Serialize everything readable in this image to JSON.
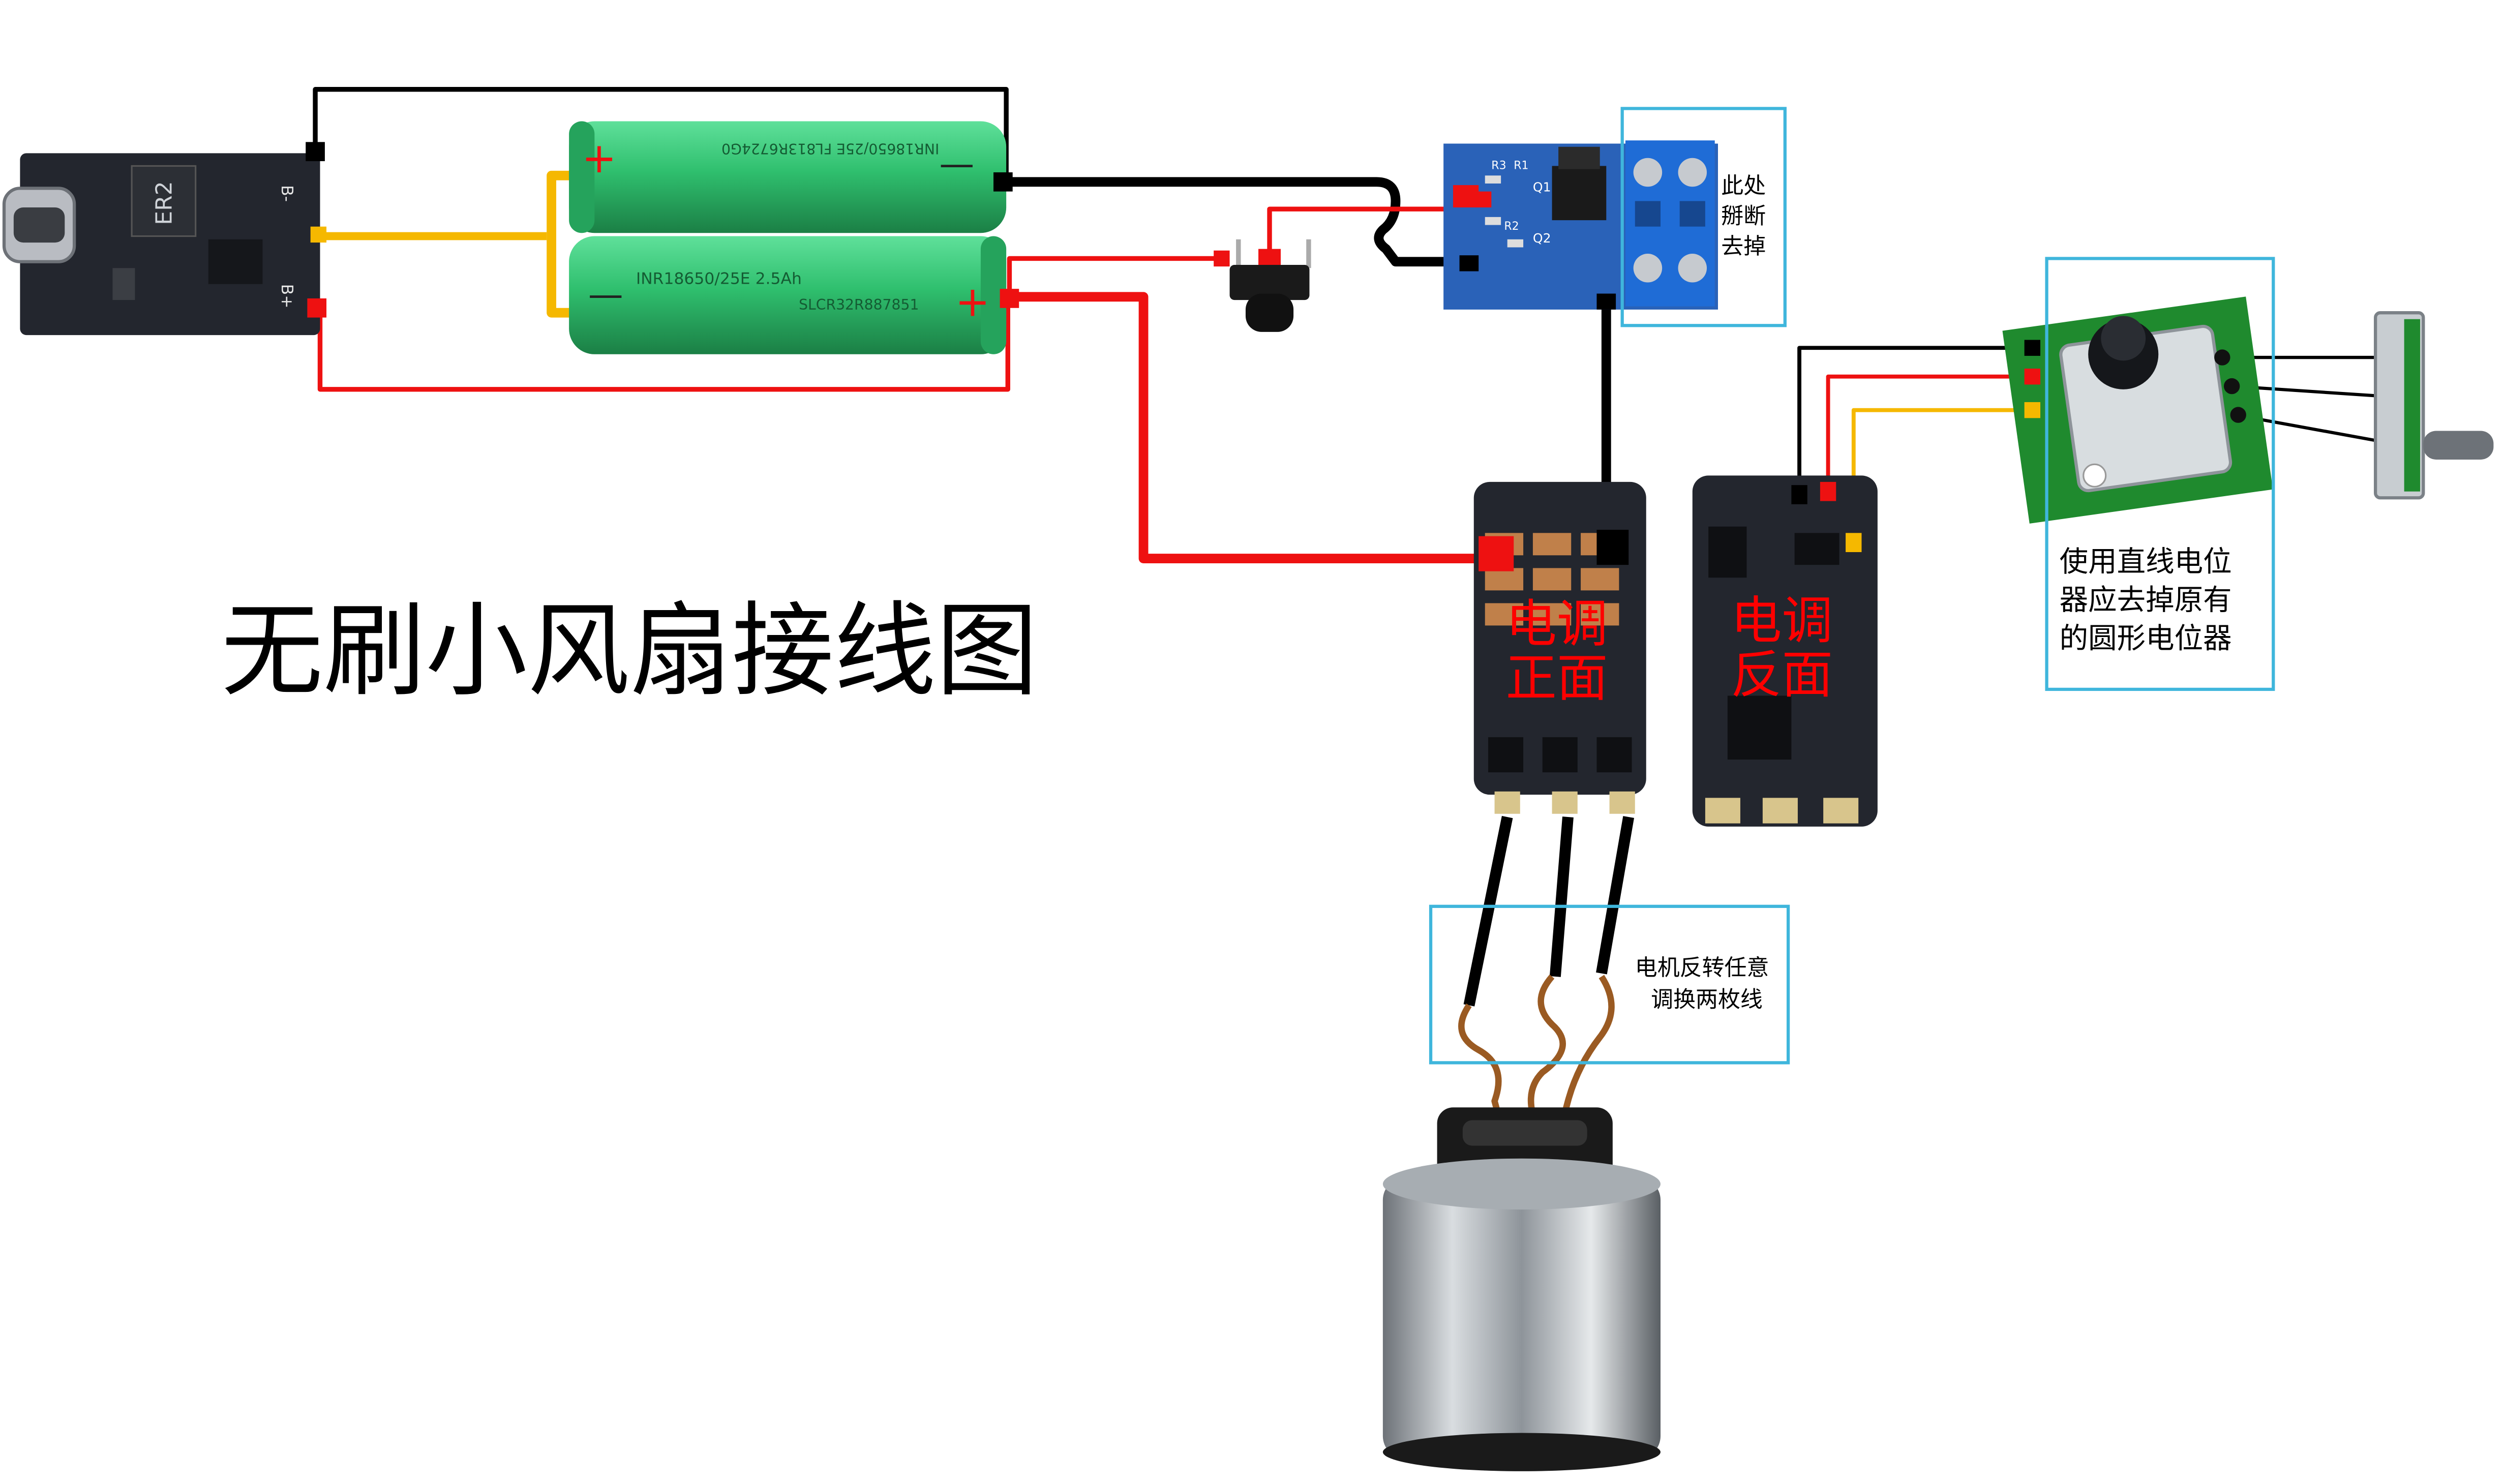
{
  "title": "无刷小风扇接线图",
  "annotations": {
    "mosfet_note": [
      "此处",
      "掰断",
      "去掉"
    ],
    "pot_note": [
      "使用直线电位",
      "器应去掉原有",
      "的圆形电位器"
    ],
    "motor_note": [
      "电机反转任意",
      "调换两枚线"
    ]
  },
  "esc_front_label": [
    "电调",
    "正面"
  ],
  "esc_back_label": [
    "电调",
    "反面"
  ],
  "charger_board": {
    "chip_marking": "ER2",
    "pin_labels": [
      "B-",
      "B+"
    ]
  },
  "battery_top": {
    "marking": "INR18650/25E   FL813R6724G0",
    "plus": "+",
    "minus": "—"
  },
  "battery_bottom": {
    "marking": "INR18650/25E   2.5Ah",
    "marking2": "SLCR32R887851",
    "plus": "+",
    "minus": "—"
  },
  "mosfet_module": {
    "labels": [
      "R3",
      "R1",
      "Q1",
      "R2",
      "Q2"
    ]
  },
  "colors": {
    "black_wire": "#000000",
    "red_wire": "#ee1111",
    "yellow_wire": "#f5b800",
    "annotation_box": "#3fb6dc",
    "battery": "#2fbf6e",
    "pcb_dark": "#23262e",
    "pcb_green": "#1f8a2e",
    "label_red": "#ff0000"
  }
}
